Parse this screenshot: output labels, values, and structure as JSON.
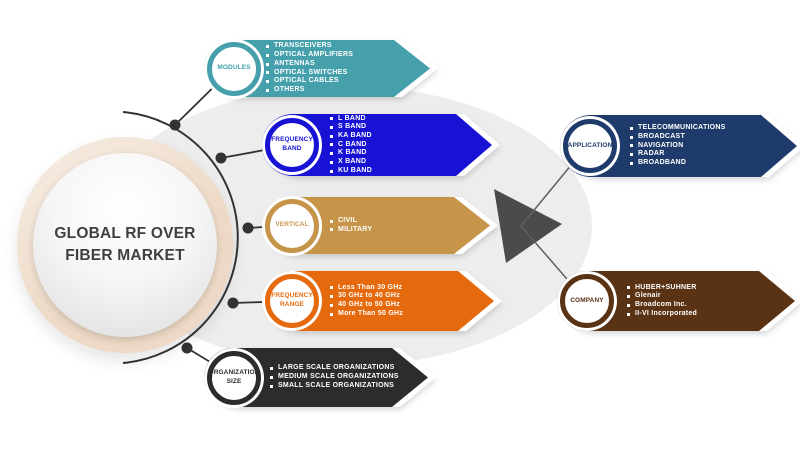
{
  "diagram": {
    "center_title": "GLOBAL RF OVER FIBER MARKET"
  },
  "banners": [
    {
      "id": "modules",
      "label": "MODULES",
      "color": "#45A0AC",
      "items": [
        "TRANSCEIVERS",
        "OPTICAL AMPLIFIERS",
        "ANTENNAS",
        "OPTICAL SWITCHES",
        "OPTICAL CABLES",
        "OTHERS"
      ]
    },
    {
      "id": "frequency-band",
      "label": "FREQUENCY BAND",
      "color": "#1712D4",
      "items": [
        "L BAND",
        "S BAND",
        "KA BAND",
        "C BAND",
        "K BAND",
        "X BAND",
        "KU BAND"
      ]
    },
    {
      "id": "vertical",
      "label": "VERTICAL",
      "color": "#C6954A",
      "items": [
        "CIVIL",
        "MILITARY"
      ]
    },
    {
      "id": "frequency-range",
      "label": "FREQUENCY RANGE",
      "color": "#E56A0D",
      "items": [
        "Less Than 30 GHz",
        "30 GHz to 40 GHz",
        "40 GHz to 50 GHz",
        "More Than 50 GHz"
      ]
    },
    {
      "id": "organization-size",
      "label": "ORGANIZATION SIZE",
      "color": "#2C2C2C",
      "items": [
        "LARGE SCALE ORGANIZATIONS",
        "MEDIUM SCALE ORGANIZATIONS",
        "SMALL SCALE ORGANIZATIONS"
      ]
    },
    {
      "id": "application",
      "label": "APPLICATION",
      "color": "#1E3B6B",
      "items": [
        "TELECOMMUNICATIONS",
        "BROADCAST",
        "NAVIGATION",
        "RADAR",
        "BROADBAND"
      ]
    },
    {
      "id": "company",
      "label": "COMPANY",
      "color": "#5A3214",
      "items": [
        "HUBER+SUHNER",
        "Glenair",
        "Broadcom Inc.",
        "II-VI Incorporated"
      ]
    }
  ],
  "colors": {
    "background_blob": "#EDEDED",
    "connector": "#333333",
    "triangle": "#4B4B4B",
    "flow_line": "#5F5F5F",
    "center_ring": "#EDD9C5",
    "center_text": "#3F3F3F"
  }
}
